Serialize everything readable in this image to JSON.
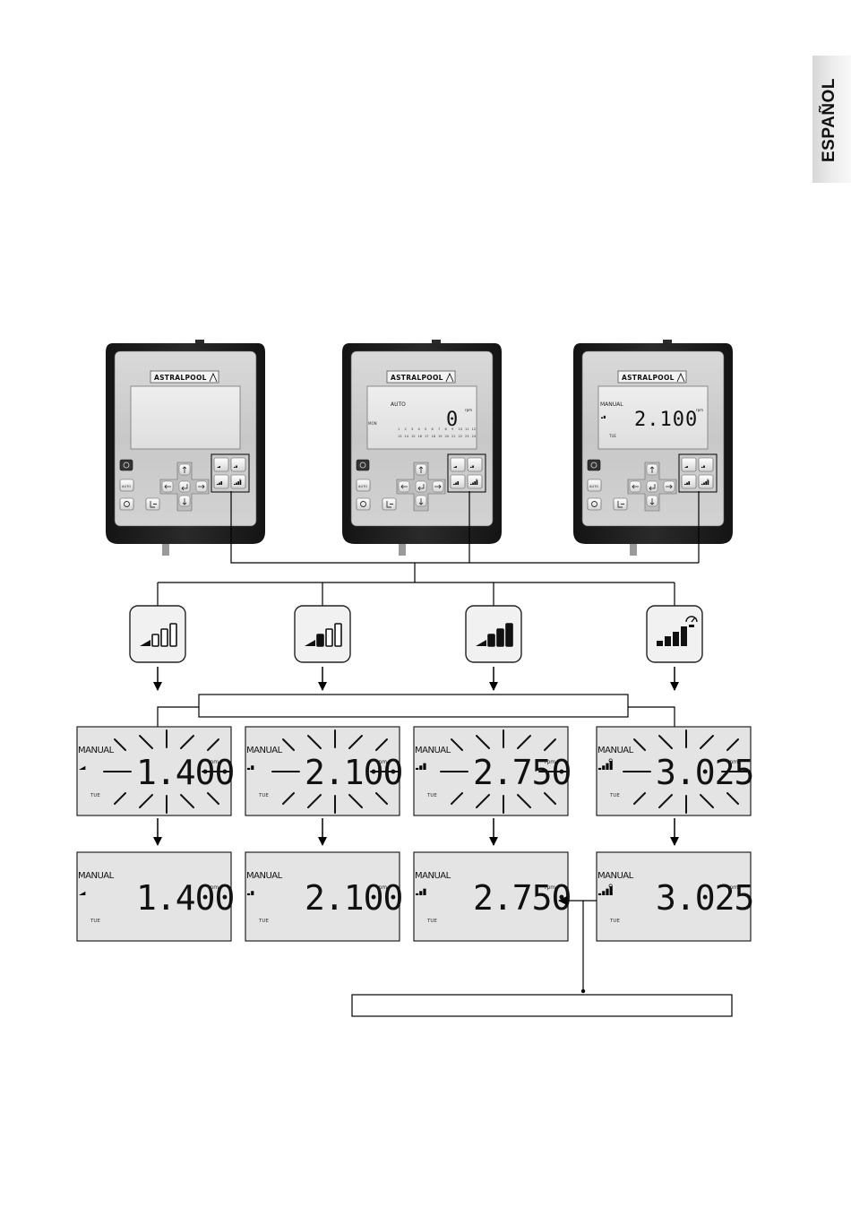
{
  "language_tab": "ESPAÑOL",
  "brand": {
    "part1": "ASTRAL",
    "part2": "POOL"
  },
  "controllers": [
    {
      "id": "blank",
      "mode": "",
      "value": "",
      "unit": "",
      "day": ""
    },
    {
      "id": "auto",
      "mode": "AUTO",
      "value": "0",
      "unit": "rpm",
      "day": "MON",
      "hours_top": [
        "1",
        "2",
        "3",
        "4",
        "5",
        "6",
        "7",
        "8",
        "9",
        "10",
        "11",
        "12"
      ],
      "hours_bottom": [
        "13",
        "14",
        "15",
        "16",
        "17",
        "18",
        "19",
        "20",
        "21",
        "22",
        "23",
        "24"
      ]
    },
    {
      "id": "manual",
      "mode": "MANUAL",
      "value": "2.100",
      "unit": "rpm",
      "day": "TUE"
    }
  ],
  "controller_buttons": {
    "auto_label": "AUTO"
  },
  "speed_buttons": [
    {
      "name": "speed-1",
      "level": 1
    },
    {
      "name": "speed-2",
      "level": 2
    },
    {
      "name": "speed-3",
      "level": 3
    },
    {
      "name": "speed-4",
      "level": 4
    }
  ],
  "displays": [
    {
      "mode": "MANUAL",
      "value": "1.400",
      "unit": "rpm",
      "day": "TUE",
      "level": 1
    },
    {
      "mode": "MANUAL",
      "value": "2.100",
      "unit": "rpm",
      "day": "TUE",
      "level": 2
    },
    {
      "mode": "MANUAL",
      "value": "2.750",
      "unit": "rpm",
      "day": "TUE",
      "level": 3
    },
    {
      "mode": "MANUAL",
      "value": "3.025",
      "unit": "rpm",
      "day": "TUE",
      "level": 4
    }
  ]
}
